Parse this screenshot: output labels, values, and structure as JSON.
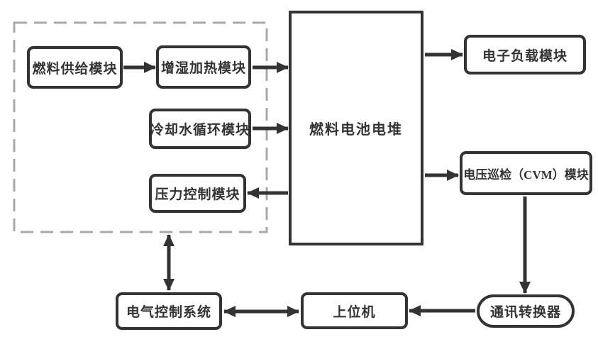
{
  "diagram": {
    "type": "flowchart",
    "background": "#ffffff",
    "line_color": "#333333",
    "dashed_group_color": "#a8a8a8",
    "text_color": "#333333",
    "nodes": {
      "fuel_supply": {
        "label": "燃料供给模块"
      },
      "humidifier_heater": {
        "label": "增湿加热模块"
      },
      "cooling_water": {
        "label": "冷却水循环模块"
      },
      "pressure_control": {
        "label": "压力控制模块"
      },
      "fuel_cell_stack": {
        "label": "燃料电池电堆"
      },
      "electronic_load": {
        "label": "电子负载模块"
      },
      "cvm": {
        "label": "电压巡检（CVM）模块"
      },
      "comm_converter": {
        "label": "通讯转换器"
      },
      "host_computer": {
        "label": "上位机"
      },
      "electrical_control": {
        "label": "电气控制系统"
      }
    },
    "edges": [
      {
        "from": "fuel_supply",
        "to": "humidifier_heater",
        "style": "arrow"
      },
      {
        "from": "humidifier_heater",
        "to": "fuel_cell_stack",
        "style": "arrow"
      },
      {
        "from": "cooling_water",
        "to": "fuel_cell_stack",
        "style": "arrow"
      },
      {
        "from": "fuel_cell_stack",
        "to": "pressure_control",
        "style": "arrow"
      },
      {
        "from": "fuel_cell_stack",
        "to": "electronic_load",
        "style": "arrow"
      },
      {
        "from": "fuel_cell_stack",
        "to": "cvm",
        "style": "arrow"
      },
      {
        "from": "cvm",
        "to": "comm_converter",
        "style": "arrow"
      },
      {
        "from": "comm_converter",
        "to": "host_computer",
        "style": "arrow"
      },
      {
        "from": "host_computer",
        "to": "electrical_control",
        "style": "double_arrow"
      },
      {
        "from": "electrical_control",
        "to": "dashed_module_group",
        "style": "double_arrow"
      }
    ]
  }
}
